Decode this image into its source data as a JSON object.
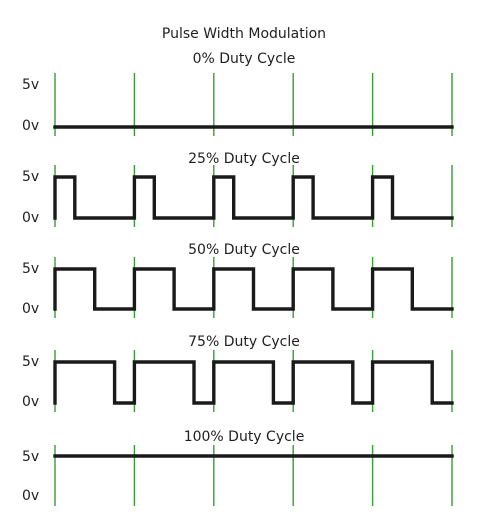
{
  "title": "Pulse Width Modulation",
  "rows": [
    {
      "label": "0% Duty Cycle",
      "duty": 0,
      "high_label": "5v",
      "low_label": "0v"
    },
    {
      "label": "25% Duty Cycle",
      "duty": 0.25,
      "high_label": "5v",
      "low_label": "0v"
    },
    {
      "label": "50% Duty Cycle",
      "duty": 0.5,
      "high_label": "5v",
      "low_label": "0v"
    },
    {
      "label": "75% Duty Cycle",
      "duty": 0.75,
      "high_label": "5v",
      "low_label": "0v"
    },
    {
      "label": "100% Duty Cycle",
      "duty": 1,
      "high_label": "5v",
      "low_label": "0v"
    }
  ],
  "colors": {
    "waveform": "#1a1a1a",
    "period_marker": "#3a9b3a",
    "text": "#1f1f1f"
  }
}
